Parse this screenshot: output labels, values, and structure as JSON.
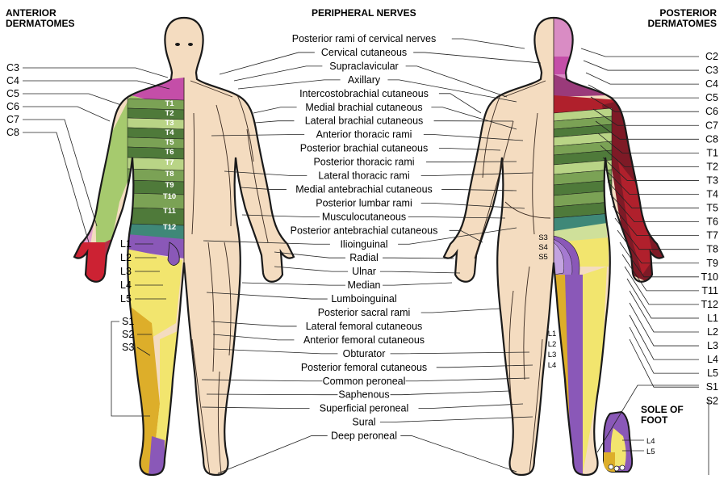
{
  "headers": {
    "anterior": [
      "ANTERIOR",
      "DERMATOMES"
    ],
    "peripheral": "PERIPHERAL NERVES",
    "posterior": [
      "POSTERIOR",
      "DERMATOMES"
    ],
    "sole": [
      "SOLE OF",
      "FOOT"
    ]
  },
  "peripheral_nerves": [
    "Posterior rami of cervical nerves",
    "Cervical cutaneous",
    "Supraclavicular",
    "Axillary",
    "Intercostobrachial cutaneous",
    "Medial brachial cutaneous",
    "Lateral brachial cutaneous",
    "Anterior thoracic rami",
    "Posterior brachial cutaneous",
    "Posterior thoracic rami",
    "Lateral thoracic rami",
    "Medial antebrachial cutaneous",
    "Posterior lumbar rami",
    "Musculocutaneous",
    "Posterior antebrachial cutaneous",
    "Ilioinguinal",
    "Radial",
    "Ulnar",
    "Median",
    "Lumboinguinal",
    "Posterior sacral rami",
    "Lateral femoral cutaneous",
    "Anterior femoral cutaneous",
    "Obturator",
    "Posterior femoral cutaneous",
    "Common peroneal",
    "Saphenous",
    "Superficial peroneal",
    "Sural",
    "Deep peroneal"
  ],
  "anterior_left_labels": [
    "C3",
    "C4",
    "C5",
    "C6",
    "C7",
    "C8"
  ],
  "anterior_lumbar_labels": [
    "L1",
    "L2",
    "L3",
    "L4",
    "L5"
  ],
  "anterior_sacral_labels": [
    "S1",
    "S2",
    "S3"
  ],
  "anterior_thoracic_labels": [
    "T1",
    "T2",
    "T3",
    "T4",
    "T5",
    "T6",
    "T7",
    "T8",
    "T9",
    "T10",
    "T11",
    "T12"
  ],
  "posterior_right_labels": [
    "C2",
    "C3",
    "C4",
    "C5",
    "C6",
    "C7",
    "C8",
    "T1",
    "T2",
    "T3",
    "T4",
    "T5",
    "T6",
    "T7",
    "T8",
    "T9",
    "T10",
    "T11",
    "T12",
    "L1",
    "L2",
    "L3",
    "L4",
    "L5",
    "S1",
    "S2"
  ],
  "posterior_sacral_labels": [
    "S3",
    "S4",
    "S5"
  ],
  "posterior_leg_labels": [
    "L1",
    "L2",
    "L3",
    "L4"
  ],
  "sole_labels": [
    "L4",
    "L5"
  ],
  "colors": {
    "skin": "#f4dcc0",
    "outline": "#1a1a1a",
    "cervical_pink": "#d98cc4",
    "c4_magenta": "#c44ea8",
    "c5_pink": "#e4a2cf",
    "c6_green": "#a6ca6e",
    "c8_red": "#cc2233",
    "t_dark_green": "#4f7a3a",
    "t_mid_green": "#7ba255",
    "t_light_green": "#b9d486",
    "t12_teal": "#3f8878",
    "lumbar_purple": "#8a58b8",
    "lumbar_yellow": "#f2e56e",
    "sacral_gold": "#ddae2a",
    "posterior_red": "#b0202c",
    "posterior_maroon": "#7e1a26"
  }
}
